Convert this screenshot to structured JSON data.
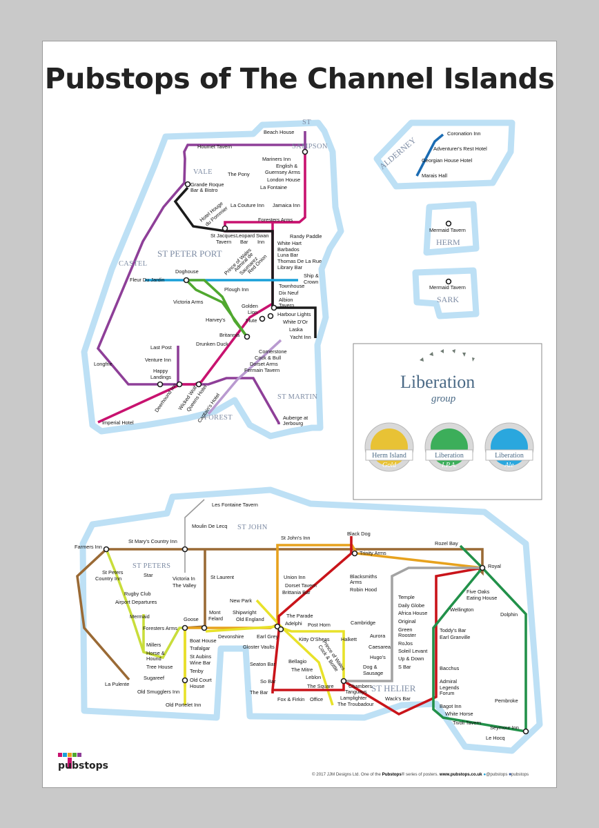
{
  "title": "Pubstops of The Channel Islands",
  "colors": {
    "purple": "#8e3f98",
    "magenta": "#c8126f",
    "black": "#1b1b1b",
    "cyan": "#1aa0d8",
    "green": "#50a82f",
    "lilac": "#b99ad0",
    "brown": "#9a6a35",
    "orange": "#e7a21e",
    "red": "#c9141a",
    "yellow": "#e8e22a",
    "grey": "#a3a3a3",
    "darkgreen": "#22914a",
    "yellowgreen": "#c9dd3b",
    "blue": "#1b6cb3",
    "halo": "#bde0f5"
  },
  "guernsey": {
    "areas": {
      "vale": "VALE",
      "st_sampson_1": "ST",
      "st_sampson_2": "SAMPSON",
      "castel": "CASTEL",
      "st_peter_port": "ST PETER PORT",
      "st_martin": "ST MARTIN",
      "forest": "FOREST"
    },
    "stations": {
      "beach_house": "Beach House",
      "houmet": "Houmet Tavern",
      "mariners": "Mariners Inn",
      "english1": "English &",
      "english2": "Guernsey Arms",
      "pony": "The Pony",
      "london_house": "London House",
      "la_fontaine": "La Fontaine",
      "grande_roque1": "Grande Roque",
      "grande_roque2": "Bar & Bistro",
      "hotel_houge1": "Hotel Houge",
      "hotel_houge2": "du Pommier",
      "la_couture": "La Couture Inn",
      "jamaica": "Jamaica Inn",
      "foresters": "Foresters Arms",
      "st_jacques1": "St Jacques",
      "st_jacques2": "Tavern",
      "leopard1": "Leopard",
      "leopard2": "Bar",
      "swan1": "Swan",
      "swan2": "Inn",
      "randy": "Randy Paddle",
      "white_hart": "White Hart",
      "barbados": "Barbados",
      "luna": "Luna Bar",
      "thomas": "Thomas De La Rue",
      "library": "Library Bar",
      "prince_wales1": "Prince of Wales",
      "admiral1": "Admiral de",
      "admiral2": "Saumarez",
      "red_onion": "Red Onion",
      "doghouse": "Doghouse",
      "fleur": "Fleur Du Jardin",
      "ship1": "Ship &",
      "ship2": "Crown",
      "plough": "Plough Inn",
      "townhouse": "Townhouse",
      "dix_neuf": "Dix Neuf",
      "albion1": "Albion",
      "albion2": "Tavern",
      "victoria_arms": "Victoria Arms",
      "golden1": "Golden",
      "golden2": "Lion",
      "harbour": "Harbour Lights",
      "white_dor": "White D'Or",
      "laska": "Laska",
      "yacht": "Yacht Inn",
      "harveys": "Harvey's",
      "flute": "Flute",
      "britannia": "Britannia",
      "drunken": "Drunken Duck",
      "last_post": "Last Post",
      "venture": "Venture Inn",
      "cornerstone": "Cornerstone",
      "cock_bull": "Cock & Bull",
      "dorset": "Dorset Arms",
      "fermain": "Fermain Tavern",
      "longfrie": "Longfrie",
      "happy1": "Happy",
      "happy2": "Landings",
      "deerhound": "Deerhound Inn",
      "wicked": "Wicked Wolf",
      "queens": "Queens Hotel",
      "captains": "Captain's Hotel",
      "imperial": "Imperial Hotel",
      "auberge1": "Auberge at",
      "auberge2": "Jerbourg"
    }
  },
  "alderney": {
    "name": "ALDERNEY",
    "stations": {
      "coronation": "Coronation Inn",
      "adventurer": "Adventurer's Rest Hotel",
      "georgian": "Georgian House Hotel",
      "marais": "Marais Hall"
    }
  },
  "herm": {
    "name": "HERM",
    "station": "Mermaid Tavern"
  },
  "sark": {
    "name": "SARK",
    "station": "Mermaid Tavern"
  },
  "liberation": {
    "brand": "Liberation",
    "group": "group",
    "beers": [
      {
        "name1": "Herm Island",
        "name2": "Gold"
      },
      {
        "name1": "Liberation",
        "name2": "I.P.A."
      },
      {
        "name1": "Liberation",
        "name2": "Ale"
      }
    ]
  },
  "jersey": {
    "areas": {
      "st_john": "ST JOHN",
      "st_peters": "ST PETERS",
      "st_helier": "ST HELIER"
    },
    "stations": {
      "les_fontaine": "Les Fontaine Tavern",
      "moulin": "Moulin De Lecq",
      "farmers": "Farmers Inn",
      "st_marys": "St Mary's Country Inn",
      "st_johns": "St John's Inn",
      "black_dog": "Black Dog",
      "trinity": "Trinity Arms",
      "rozel": "Rozel Bay",
      "royal": "Royal",
      "st_peters_ci1": "St Peters",
      "st_peters_ci2": "Country Inn",
      "star": "Star",
      "victoria_in1": "Victoria In",
      "victoria_in2": "The Valley",
      "st_laurent": "St Laurent",
      "union": "Union Inn",
      "dorset_tav": "Dorset Tavern",
      "brittania_bar": "Brittania Bar",
      "blacksmiths1": "Blacksmiths",
      "blacksmiths2": "Arms",
      "robin": "Robin Hood",
      "temple": "Temple",
      "daily_globe": "Daily Globe",
      "africa": "Africa House",
      "original": "Original",
      "green_rooster1": "Green",
      "green_rooster2": "Rooster",
      "rojos": "RoJos",
      "soleil": "Soleil Levant",
      "up_down": "Up & Down",
      "s_bar": "S Bar",
      "five_oaks1": "Five Oaks",
      "five_oaks2": "Eating House",
      "wellington": "Wellington",
      "dolphin": "Dolphin",
      "rugby": "Rugby Club",
      "airport": "Airport Departures",
      "mermaid": "Mermaid",
      "new_park": "New Park",
      "the_parade": "The Parade",
      "adelphi": "Adelphi",
      "post_horn": "Post Horn",
      "cambridge": "Cambridge",
      "shipwright": "Shipwright",
      "old_england": "Old England",
      "foresters_j": "Foresters Arms",
      "goose": "Goose",
      "mont1": "Mont",
      "mont2": "Felard",
      "devonshire": "Devonshire",
      "earl_grey": "Earl Grey",
      "todds": "Toddy's Bar",
      "earl_granville": "Earl Granville",
      "millers": "Millers",
      "horse1": "Horse &",
      "horse2": "Hound",
      "tree_house": "Tree House",
      "sugareef": "Sugareef",
      "boat_house": "Boat House",
      "trafalgar": "Trafalgar",
      "st_aubins": "St Aubins",
      "wine_bar": "Wine Bar",
      "tenby": "Tenby",
      "old_court1": "Old Court",
      "old_court2": "House",
      "gloster": "Gloster Vaults",
      "kitty": "Kitty O'Sheas",
      "halkett": "Halkett",
      "aurora": "Aurora",
      "caesarea": "Caesarea",
      "hugos": "Hugo's",
      "dog1": "Dog &",
      "dog2": "Sausage",
      "seaton": "Seaton Bar",
      "bellagio": "Bellagio",
      "the_mitre": "The Mitre",
      "leblon": "Leblon",
      "so_bar": "So Bar",
      "the_square": "The Square",
      "the_bar": "The Bar",
      "fox": "Fox & Firkin",
      "office": "Office",
      "chambers": "Chambers",
      "tanguays": "Tanguays",
      "lamplighter": "Lamplighter",
      "troubadour": "The Troubadour",
      "prince_j1": "Prince of Wales",
      "prince_j2": "Cock & Bottle",
      "bacchus": "Bacchus",
      "admiral_j": "Admiral",
      "legends": "Legends",
      "forum": "Forum",
      "bagot": "Bagot Inn",
      "white_horse": "White Horse",
      "tivoli": "Tivoli Tavern",
      "pembroke": "Pembroke",
      "seymour": "Seymour Inn",
      "le_hocq": "Le Hocq",
      "la_pulente": "La Pulente",
      "old_smugglers": "Old Smugglers Inn",
      "old_portelet": "Old Portelet Inn",
      "wacks": "Wack's Bar"
    }
  },
  "footer": {
    "copyright": "© 2017 JJM Designs Ltd. One of the",
    "brand": "Pubstops",
    "series": "® series of posters.",
    "url": "www.pubstops.co.uk",
    "twitter": "@pubstops",
    "facebook": "pubstops",
    "logo": "pubstops"
  }
}
